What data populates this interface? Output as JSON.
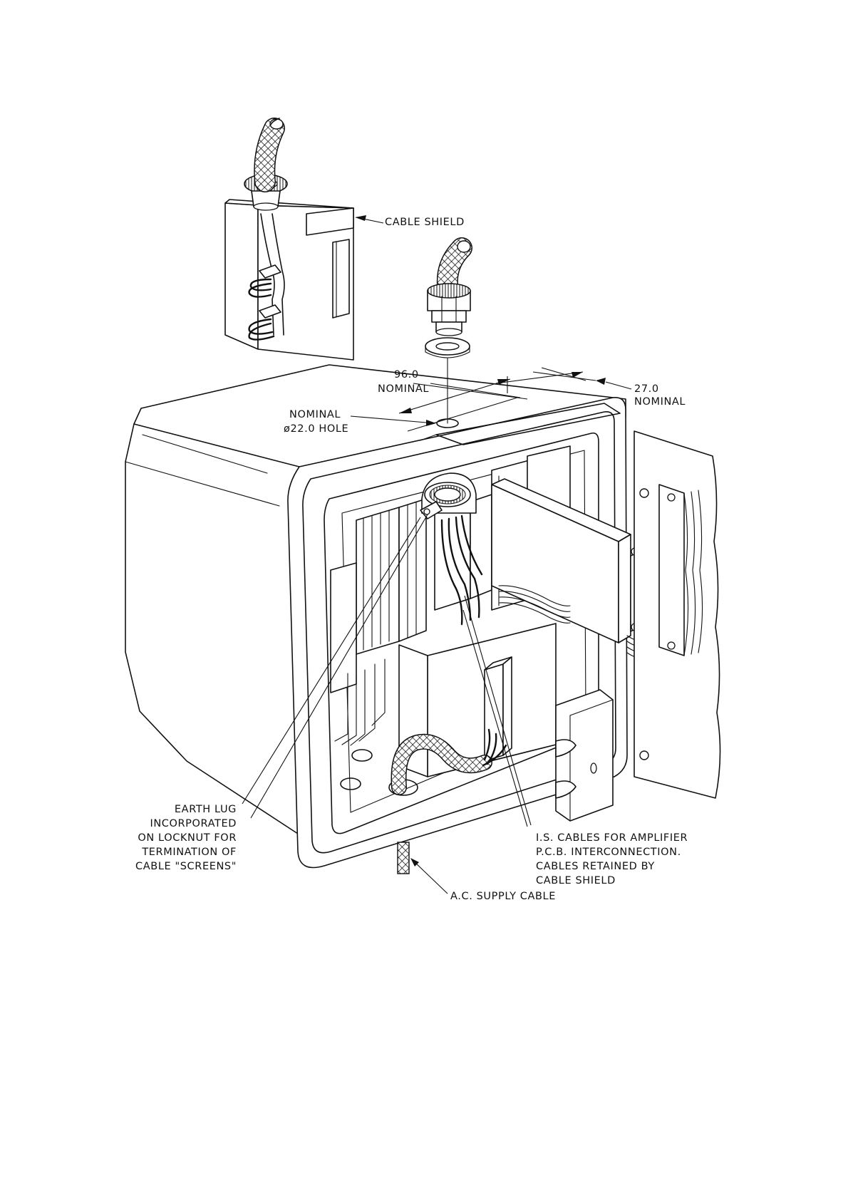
{
  "labels": {
    "cable_shield": "CABLE SHIELD",
    "dim_96_value": "96.0",
    "dim_96_note": "NOMINAL",
    "dim_27_value": "27.0",
    "dim_27_note": "NOMINAL",
    "hole_line1": "NOMINAL",
    "hole_line2": "ø22.0 HOLE",
    "earth_lug": [
      "EARTH LUG",
      "INCORPORATED",
      "ON LOCKNUT FOR",
      "TERMINATION OF",
      "CABLE \"SCREENS\""
    ],
    "is_cables": [
      "I.S. CABLES FOR AMPLIFIER",
      "P.C.B. INTERCONNECTION.",
      "CABLES RETAINED BY",
      "CABLE SHIELD"
    ],
    "ac_supply": "A.C. SUPPLY CABLE"
  }
}
